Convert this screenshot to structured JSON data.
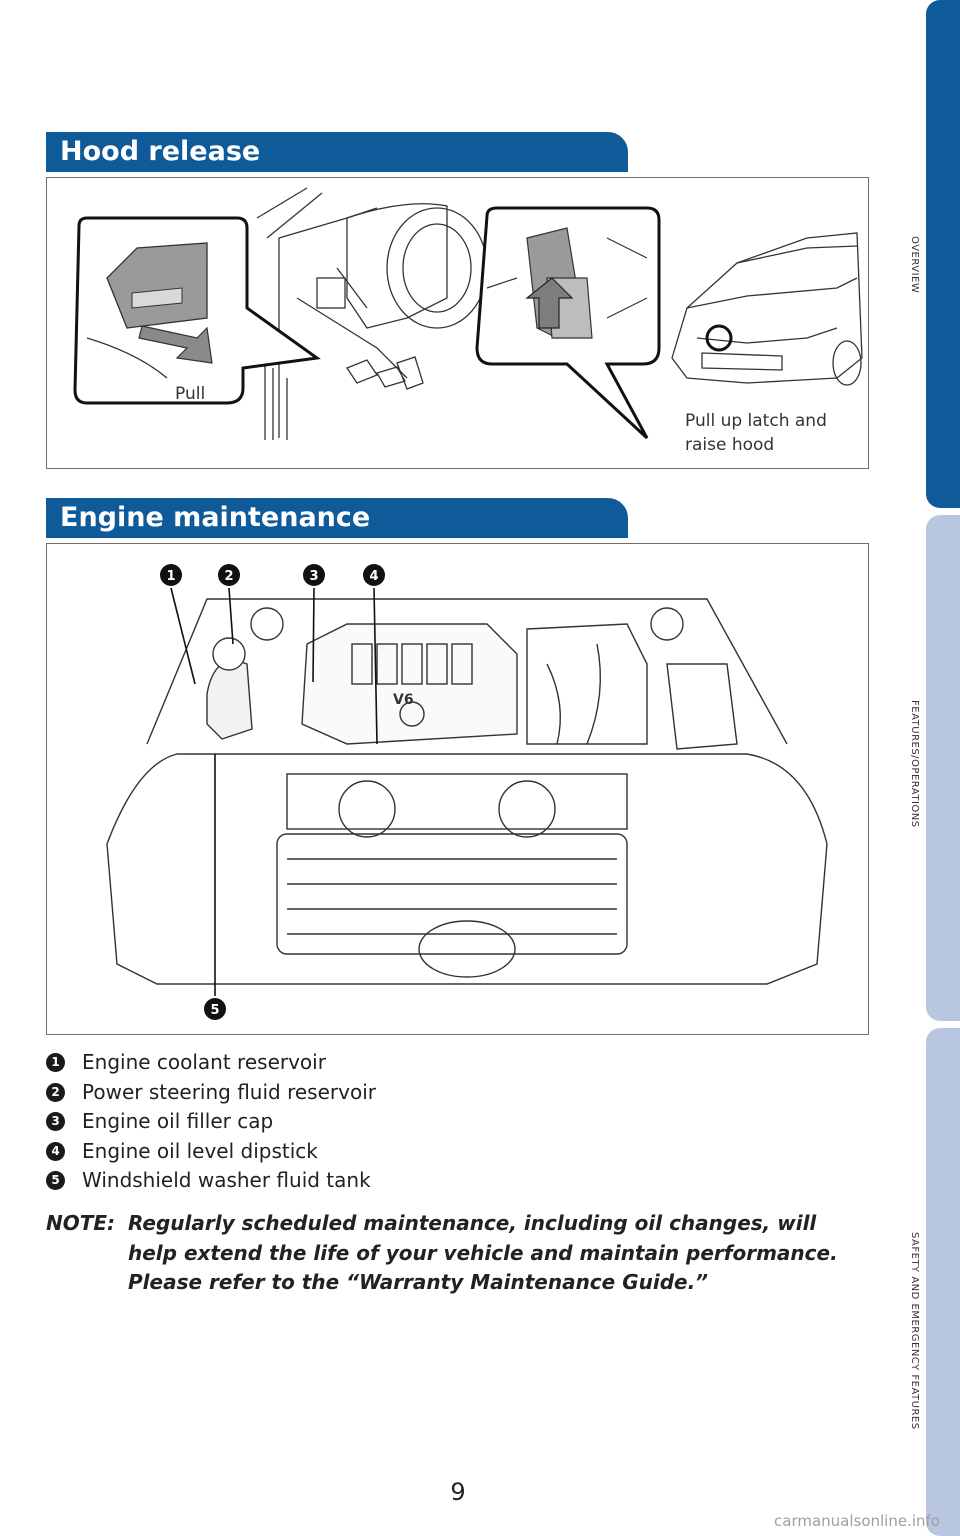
{
  "sections": {
    "hood": {
      "title": "Hood release"
    },
    "engine": {
      "title": "Engine maintenance"
    }
  },
  "hood_figure": {
    "pull_label": "Pull",
    "latch_label_line1": "Pull up latch and",
    "latch_label_line2": "raise hood"
  },
  "engine_figure": {
    "engine_badge": "V6",
    "callouts": [
      "1",
      "2",
      "3",
      "4",
      "5"
    ]
  },
  "legend": [
    {
      "num": "1",
      "text": "Engine coolant reservoir"
    },
    {
      "num": "2",
      "text": "Power steering fluid reservoir"
    },
    {
      "num": "3",
      "text": "Engine oil filler cap"
    },
    {
      "num": "4",
      "text": "Engine oil level dipstick"
    },
    {
      "num": "5",
      "text": "Windshield washer fluid tank"
    }
  ],
  "note": {
    "label": "NOTE:",
    "line1": "Regularly scheduled maintenance, including oil changes, will",
    "line2": "help extend the life of your vehicle and maintain performance.",
    "line3": "Please refer to the “Warranty Maintenance Guide.”"
  },
  "side_tabs": [
    {
      "label": "OVERVIEW",
      "color": "#0f5a98"
    },
    {
      "label": "FEATURES/OPERATIONS",
      "color": "#b9c6e0"
    },
    {
      "label": "SAFETY AND EMERGENCY FEATURES",
      "color": "#b9c6e0"
    }
  ],
  "page_number": "9",
  "watermark": "carmanualsonline.info"
}
